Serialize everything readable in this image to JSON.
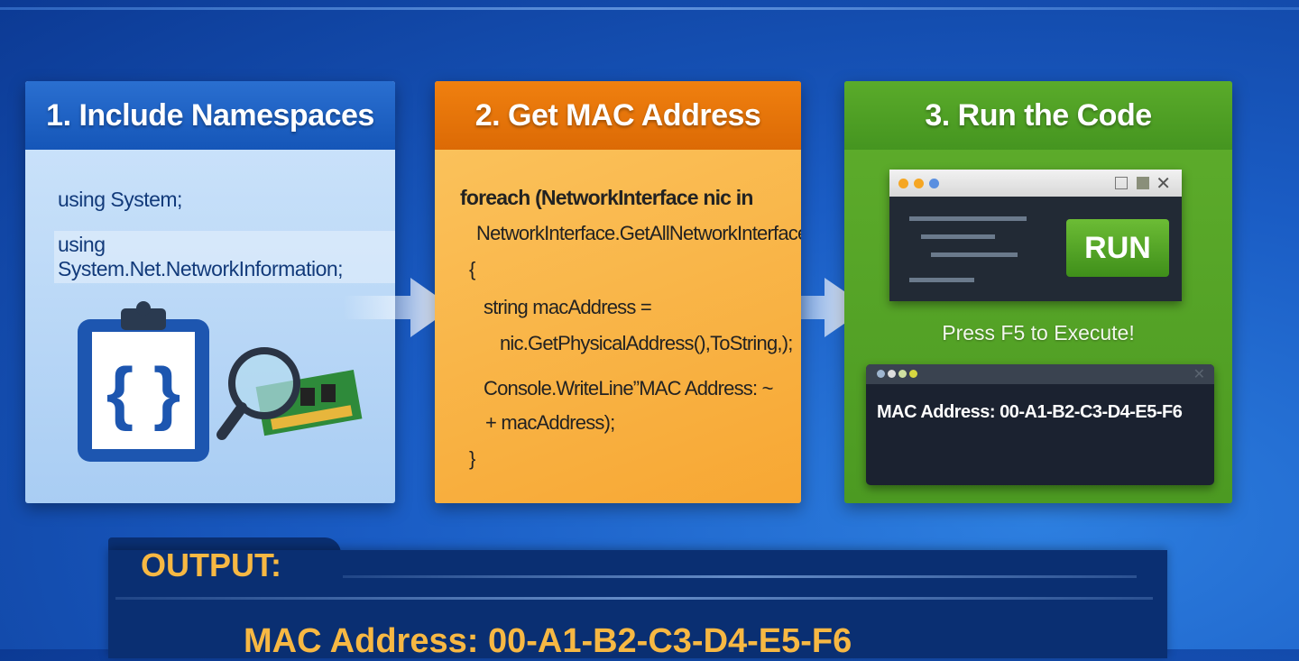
{
  "colors": {
    "step1": "#1a5cc0",
    "step2": "#e8720c",
    "step3": "#4ea325",
    "output_text": "#f7b843",
    "background": "#1a5cc4"
  },
  "steps": [
    {
      "title": "1. Include Namespaces",
      "lines": [
        "using System;",
        "using System.Net.NetworkInformation;"
      ],
      "icons": [
        "clipboard-braces-icon",
        "magnifier-circuit-board-icon"
      ]
    },
    {
      "title": "2. Get MAC Address",
      "code": [
        "foreach (NetworkInterface nic in",
        "NetworkInterface.GetAllNetworkInterfaces())",
        "{",
        "string macAddress  =",
        "nic.GetPhysicalAddress(),ToString,);",
        "Console.WriteLine”MAC Address: ~",
        "+ macAddress);",
        "}"
      ]
    },
    {
      "title": "3. Run the Code",
      "run_label": "RUN",
      "hint": "Press F5 to Execute!",
      "terminal_output": "MAC Address: 00-A1-B2-C3-D4-E5-F6"
    }
  ],
  "output": {
    "label": "OUTPUT:",
    "value": "MAC Address:  00-A1-B2-C3-D4-E5-F6"
  }
}
